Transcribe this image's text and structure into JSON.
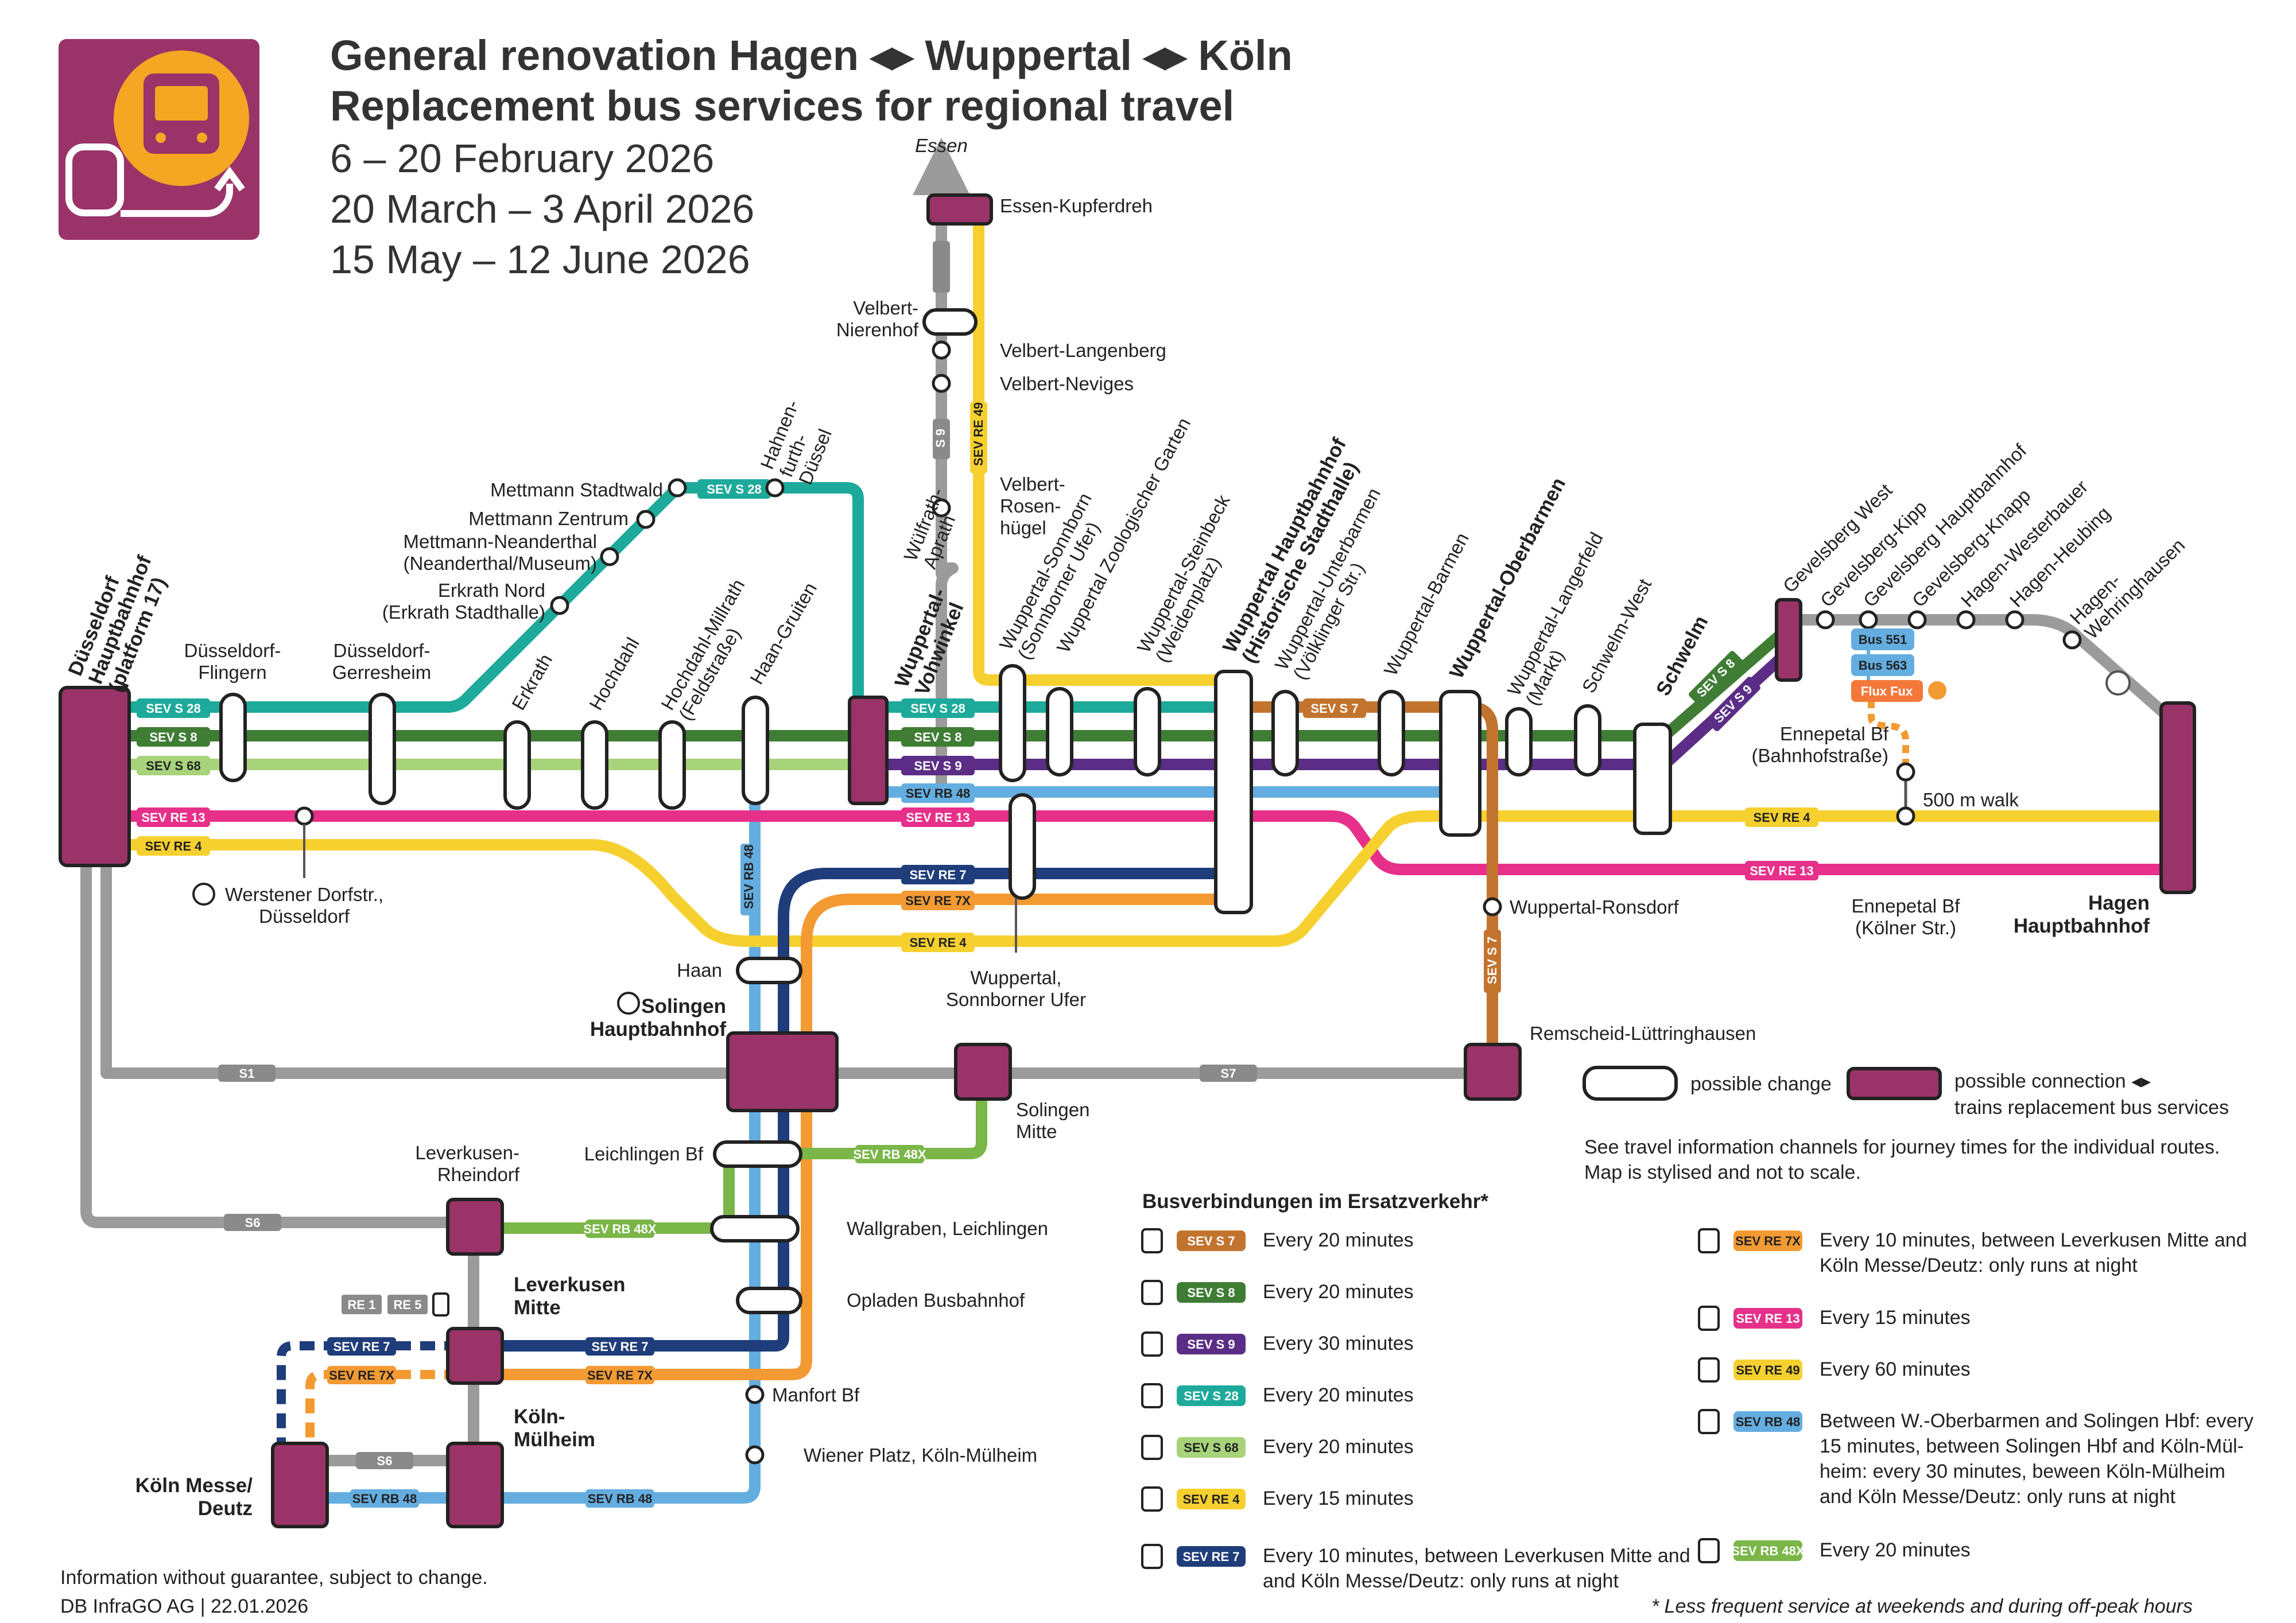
{
  "header": {
    "title_line1": "General renovation Hagen ◂▸ Wuppertal ◂▸ Köln",
    "title_line2": "Replacement bus services for regional travel",
    "dates": [
      "6 – 20 February 2026",
      "20 March – 3 April 2026",
      "15 May – 12 June 2026"
    ]
  },
  "colors": {
    "s28": "#1eaa9b",
    "s8": "#3f7d35",
    "s68": "#a7d37a",
    "s9": "#5b2d86",
    "re13": "#e6308a",
    "re4": "#f6d02f",
    "re49": "#f6d02f",
    "s7": "#c2742f",
    "re7": "#1f3d7a",
    "re7x": "#f39a33",
    "rb48": "#64ade0",
    "rb48x": "#7ab648",
    "rail": "#9b9b9b",
    "hub": "#9a3468"
  },
  "route_labels": {
    "sev_s28": "SEV S 28",
    "sev_s8": "SEV S 8",
    "sev_s68": "SEV S 68",
    "sev_s9": "SEV S 9",
    "sev_re13": "SEV RE 13",
    "sev_re4": "SEV RE 4",
    "sev_rb48": "SEV RB 48",
    "sev_re7": "SEV RE 7",
    "sev_re7x": "SEV RE 7X",
    "sev_s7": "SEV S 7",
    "sev_re49": "SEV RE 49",
    "sev_rb48x": "SEV RB 48X",
    "s1": "S1",
    "s6": "S6",
    "s7": "S7",
    "s9": "S 9",
    "re49": "RE 49",
    "re1": "RE 1",
    "re5": "RE 5",
    "bus551": "Bus 551",
    "bus563": "Bus 563",
    "fluxfux": "Flux Fux",
    "walk": "500 m walk",
    "essen": "Essen"
  },
  "stations": {
    "duesseldorf_hbf": [
      "Düsseldorf",
      "Hauptbahnhof",
      "(platform 17)"
    ],
    "flingern": [
      "Düsseldorf-",
      "Flingern"
    ],
    "gerresheim": [
      "Düsseldorf-",
      "Gerresheim"
    ],
    "erkrath": "Erkrath",
    "hochdahl": "Hochdahl",
    "millrath": [
      "Hochdahl-Millrath",
      "(Feldstraße)"
    ],
    "haan_gruiten": "Haan-Gruiten",
    "vohwinkel": [
      "Wuppertal-",
      "Vohwinkel"
    ],
    "sonnborn": [
      "Wuppertal-Sonnborn",
      "(Sonnborner Ufer)"
    ],
    "zoo": "Wuppertal Zoologischer Garten",
    "steinbeck": [
      "Wuppertal-Steinbeck",
      "(Weidenplatz)"
    ],
    "wuppertal_hbf": [
      "Wuppertal Hauptbahnhof",
      "(Historische Stadthalle)"
    ],
    "unterbarmen": [
      "Wuppertal-Unterbarmen",
      "(Völklinger Str.)"
    ],
    "barmen": "Wuppertal-Barmen",
    "oberbarmen": "Wuppertal-Oberbarmen",
    "langerfeld": [
      "Wuppertal-Langerfeld",
      "(Markt)"
    ],
    "schwelm_west": "Schwelm-West",
    "schwelm": "Schwelm",
    "gevelsberg_west": "Gevelsberg West",
    "gevelsberg_kipp": "Gevelsberg-Kipp",
    "gevelsberg_hbf": "Gevelsberg Hauptbahnhof",
    "gevelsberg_knapp": "Gevelsberg-Knapp",
    "westerbauer": "Hagen-Westerbauer",
    "heubing": "Hagen-Heubing",
    "wehringhausen": [
      "Hagen-",
      "Wehringhausen"
    ],
    "hagen_hbf": [
      "Hagen",
      "Hauptbahnhof"
    ],
    "ennepetal_bahnhof": [
      "Ennepetal Bf",
      "(Bahnhofstraße)"
    ],
    "ennepetal_koelner": [
      "Ennepetal Bf",
      "(Kölner Str.)"
    ],
    "werstener": [
      "Werstener Dorfstr.,",
      "Düsseldorf"
    ],
    "mettmann_stadtwald": "Mettmann Stadtwald",
    "mettmann_zentrum": "Mettmann Zentrum",
    "neanderthal": [
      "Mettmann-Neanderthal",
      "(Neanderthal/Museum)"
    ],
    "erkrath_nord": [
      "Erkrath Nord",
      "(Erkrath Stadthalle)"
    ],
    "hahnenfurth": [
      "Hahnen-",
      "furth-",
      "Düssel"
    ],
    "wuelfrath": [
      "Wülfrath-",
      "Aprath"
    ],
    "essen_kupferdreh": "Essen-Kupferdreh",
    "velbert_nierenhof": [
      "Velbert-",
      "Nierenhof"
    ],
    "velbert_langenberg": "Velbert-Langenberg",
    "velbert_neviges": "Velbert-Neviges",
    "velbert_rosenhuegel": [
      "Velbert-",
      "Rosen-",
      "hügel"
    ],
    "sonnborner_ufer": [
      "Wuppertal,",
      "Sonnborner Ufer"
    ],
    "ronsdorf": "Wuppertal-Ronsdorf",
    "remscheid": "Remscheid-Lüttringhausen",
    "haan": "Haan",
    "solingen_hbf": [
      "Solingen",
      "Hauptbahnhof"
    ],
    "solingen_mitte": [
      "Solingen",
      "Mitte"
    ],
    "leichlingen": "Leichlingen Bf",
    "wallgraben": "Wallgraben, Leichlingen",
    "opladen": "Opladen Busbahnhof",
    "manfort": "Manfort Bf",
    "wiener_platz": "Wiener Platz, Köln-Mülheim",
    "leverkusen_rheindorf": [
      "Leverkusen-",
      "Rheindorf"
    ],
    "leverkusen_mitte": [
      "Leverkusen",
      "Mitte"
    ],
    "koeln_muelheim": [
      "Köln-",
      "Mülheim"
    ],
    "koeln_messe": [
      "Köln Messe/",
      "Deutz"
    ]
  },
  "legend": {
    "possible_change": "possible change",
    "possible_connection": [
      "possible connection ◂▸",
      "trains replacement bus services"
    ],
    "travel_info": [
      "See travel information channels for journey times for the individual routes.",
      "Map is stylised and not to scale."
    ],
    "bus_title": "Busverbindungen im Ersatzverkehr*",
    "bus_entries": [
      {
        "label": "SEV S 7",
        "text": "Every 20 minutes"
      },
      {
        "label": "SEV S 8",
        "text": "Every 20 minutes"
      },
      {
        "label": "SEV S 9",
        "text": "Every 30 minutes"
      },
      {
        "label": "SEV S 28",
        "text": "Every 20 minutes"
      },
      {
        "label": "SEV S 68",
        "text": "Every 20 minutes"
      },
      {
        "label": "SEV RE 4",
        "text": "Every 15 minutes"
      },
      {
        "label": "SEV RE 7",
        "text": "Every 10 minutes, between Leverkusen Mitte and",
        "text2": "and Köln Messe/Deutz: only runs at night"
      },
      {
        "label": "SEV RE 7X",
        "text": "Every 10 minutes, between Leverkusen Mitte and",
        "text2": "Köln Messe/Deutz: only runs at night"
      },
      {
        "label": "SEV RE 13",
        "text": "Every 15 minutes"
      },
      {
        "label": "SEV RE 49",
        "text": "Every 60 minutes"
      },
      {
        "label": "SEV RB 48",
        "text": "Between W.-Oberbarmen and Solingen Hbf: every",
        "text2": "15 minutes, between Solingen Hbf and Köln-Mül-",
        "text3": "heim: every 30 minutes, beween Köln-Mülheim",
        "text4": "and Köln Messe/Deutz: only runs at night"
      },
      {
        "label": "SEV RB 48X",
        "text": "Every 20 minutes"
      }
    ],
    "footnote": "* Less frequent service at weekends and during off-peak hours"
  },
  "footer": {
    "line1": "Information without guarantee, subject to change.",
    "line2": "DB InfraGO AG | 22.01.2026"
  }
}
